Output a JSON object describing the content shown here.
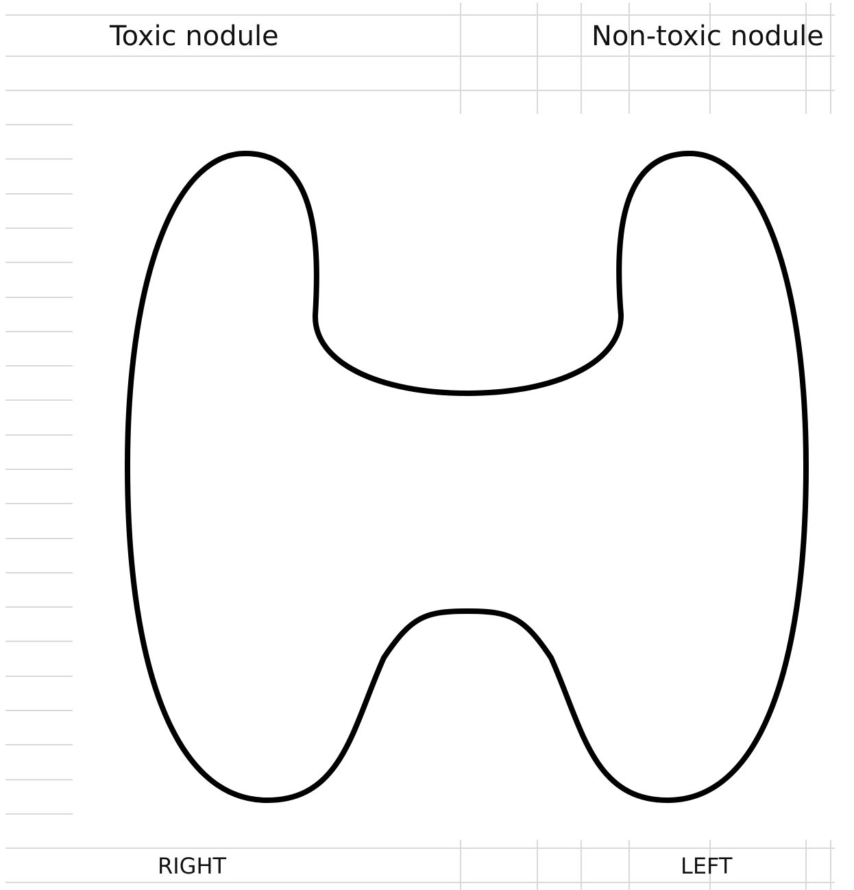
{
  "headings": {
    "toxic": "Toxic nodule",
    "non_toxic": "Non-toxic nodule"
  },
  "sides": {
    "right": "RIGHT",
    "left": "LEFT"
  },
  "colors": {
    "outline": "#000000",
    "gridline": "#d9d9d9",
    "background": "#ffffff",
    "text": "#111111"
  }
}
